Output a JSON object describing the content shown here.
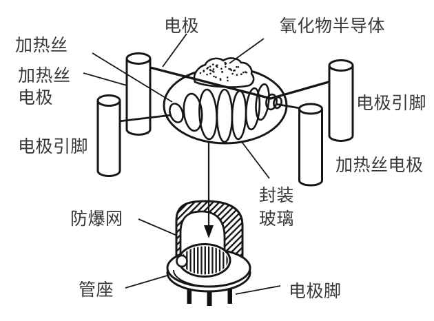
{
  "colors": {
    "background": "#ffffff",
    "line": "#161616",
    "text": "#383838"
  },
  "labels": {
    "heater_wire": "加热丝",
    "heater_wire_electrode_left": "加热丝\n电极",
    "electrode_pin_left": "电极引脚",
    "electrode": "电极",
    "oxide_semiconductor": "氧化物半导体",
    "electrode_pin_right": "电极引脚",
    "heater_wire_electrode_right": "加热丝电极",
    "encapsulation_glass": "封装\n玻璃",
    "explosion_proof_mesh": "防爆网",
    "tube_base": "管座",
    "electrode_feet": "电极脚"
  }
}
